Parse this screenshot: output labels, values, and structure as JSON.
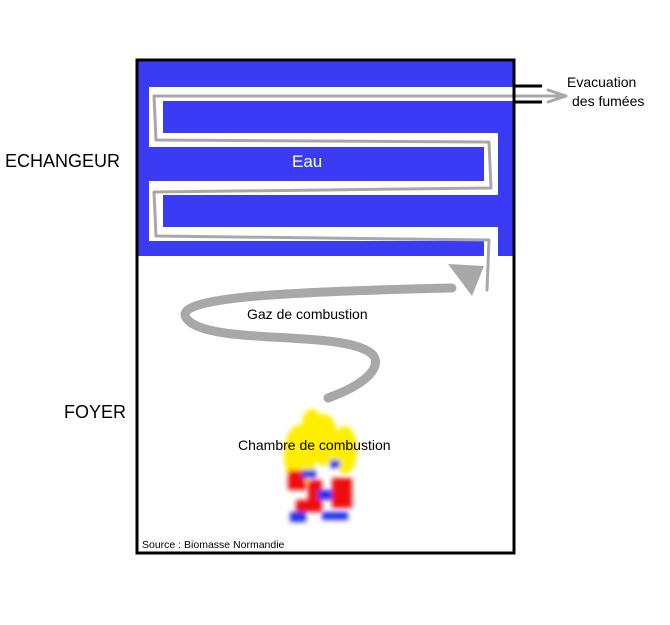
{
  "labels": {
    "echangeur": "ECHANGEUR",
    "foyer": "FOYER",
    "eau": "Eau",
    "evacuation_line1": "Evacuation",
    "evacuation_line2": "des fumées",
    "gaz": "Gaz de combustion",
    "chambre": "Chambre de combustion",
    "source": "Source : Biomasse Normandie"
  },
  "colors": {
    "water": "#3b3bf5",
    "frame": "#000000",
    "arrow": "#a8a8a8",
    "flame_yellow": "#ffee00",
    "flame_red": "#ee1111",
    "flame_blue": "#2233ee"
  }
}
